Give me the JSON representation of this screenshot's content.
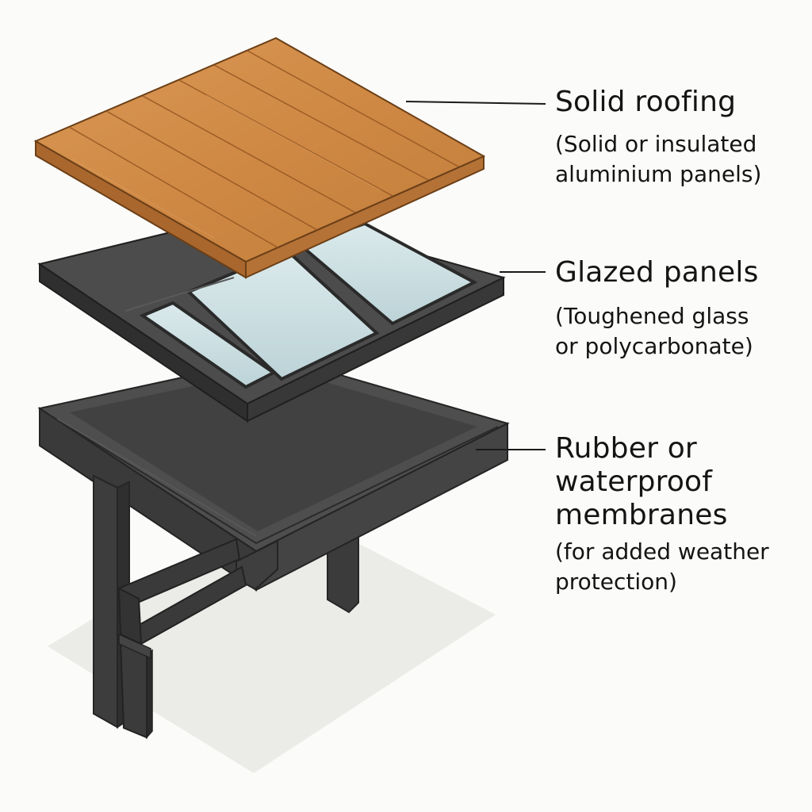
{
  "layers": [
    {
      "id": "solid-roofing",
      "title": "Solid roofing",
      "subtitle_lines": [
        "(Solid or insulated",
        "aluminium panels)"
      ],
      "color": "#d08a4a"
    },
    {
      "id": "glazed-panels",
      "title": "Glazed panels",
      "subtitle_lines": [
        "(Toughened glass",
        "or polycarbonate)"
      ],
      "color": "#c8dcdf"
    },
    {
      "id": "membrane",
      "title_lines": [
        "Rubber or",
        "waterproof",
        "membranes"
      ],
      "subtitle_lines": [
        "(for added weather",
        "protection)"
      ],
      "color": "#3f3f3f"
    }
  ]
}
